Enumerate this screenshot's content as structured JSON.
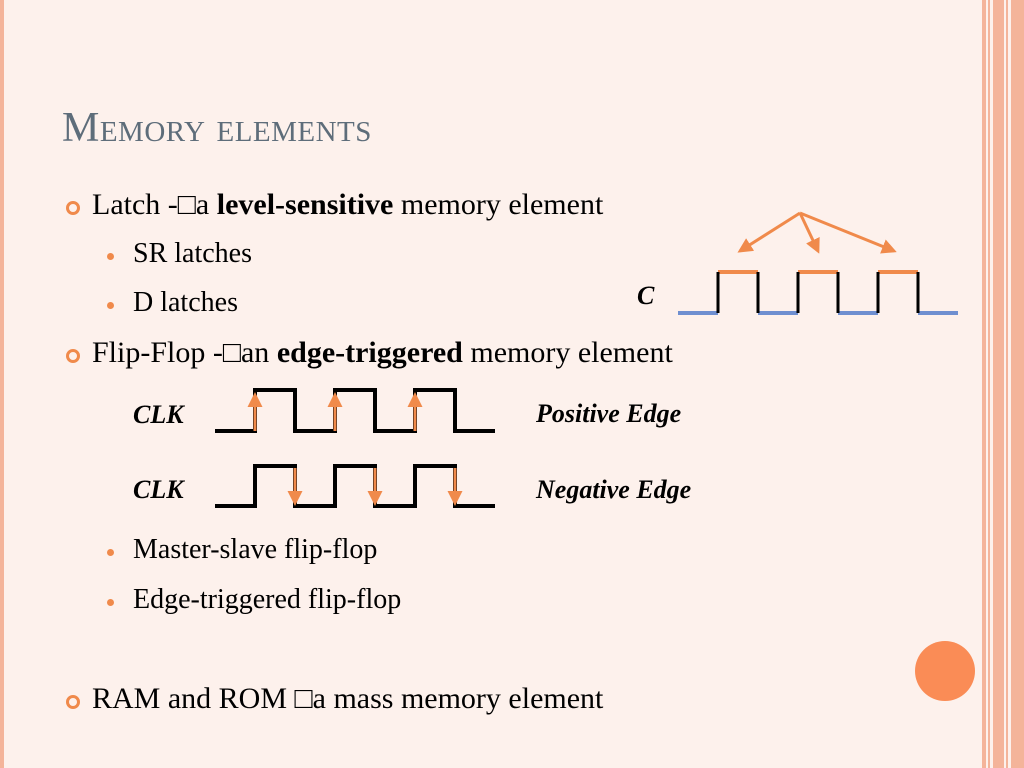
{
  "title": "Memory elements",
  "bullets": {
    "latch": {
      "lead": "Latch",
      "sep": "  -□a ",
      "emph": "level-sensitive",
      "tail": " memory element"
    },
    "sr_latches": "SR latches",
    "d_latches": "D latches",
    "flipflop": {
      "lead": "Flip-Flop",
      "sep": " -□an ",
      "emph": "edge-triggered",
      "tail": " memory element"
    },
    "master_slave": "Master-slave flip-flop",
    "edge_ff": "Edge-triggered flip-flop",
    "ram_rom": "RAM and ROM □a mass memory element"
  },
  "diagrams": {
    "latch_clock_label": "C",
    "clk_label_positive": "CLK",
    "clk_label_negative": "CLK",
    "positive_edge": "Positive Edge",
    "negative_edge": "Negative Edge"
  },
  "colors": {
    "accent_orange": "#f08a4b",
    "wave_blue": "#6f8fd0",
    "title_gray": "#5e6d7a",
    "background": "#fdf1ec"
  }
}
